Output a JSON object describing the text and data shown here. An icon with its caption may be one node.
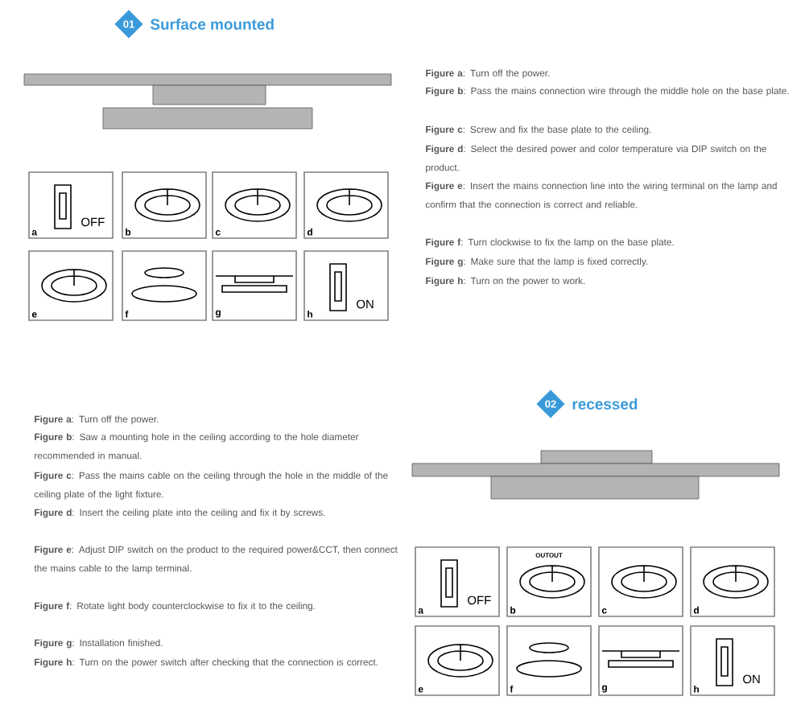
{
  "diagram": {
    "nodes": [
      {
        "text": [
          "01"
        ],
        "beside": [
          "Surface mounted"
        ]
      },
      {
        "text": [
          "a",
          "OFF"
        ]
      },
      {
        "text": [
          "b"
        ]
      },
      {
        "text": [
          "c"
        ]
      },
      {
        "text": [
          "d"
        ]
      },
      {
        "text": [
          "e"
        ]
      },
      {
        "text": [
          "f"
        ]
      },
      {
        "text": [
          "g"
        ]
      },
      {
        "text": [
          "h",
          "ON"
        ]
      },
      {
        "text": [
          "02"
        ],
        "beside": [
          "recessed"
        ]
      },
      {
        "text": [
          "a",
          "OFF"
        ]
      },
      {
        "text": [
          "b",
          "OUTOUT"
        ]
      },
      {
        "text": [
          "c"
        ]
      },
      {
        "text": [
          "d"
        ]
      },
      {
        "text": [
          "e"
        ]
      },
      {
        "text": [
          "f"
        ]
      },
      {
        "text": [
          "g"
        ]
      },
      {
        "text": [
          "h",
          "ON"
        ]
      }
    ],
    "labels": [
      "**Figure a**: Turn off the power.",
      "**Figure b**: Pass the mains connection wire through the middle hole on the base plate.",
      "**Figure c**: Screw and fix the base plate to the ceiling.",
      "**Figure d**: Select the desired power and color temperature via DIP switch on the product.",
      "**Figure e**: Insert the mains connection line into the wiring terminal on the lamp and confirm that the connection is correct and reliable.",
      "**Figure f**: Turn clockwise to fix the lamp on the base plate.",
      "**Figure g**: Make sure that the lamp is fixed correctly.",
      "**Figure h**: Turn on the power to work.",
      "**Figure a**: Turn off the power.",
      "**Figure b**: Saw a mounting hole in the ceiling according to the hole diameter recommended in manual.",
      "**Figure c**: Pass the mains cable on the ceiling through the hole in the middle of the ceiling plate of the light fixture.",
      "**Figure d**: Insert the ceiling plate into the ceiling and fix it by screws.",
      "**Figure e**: Adjust DIP switch on the product to the required power&CCT, then connect the mains cable to the lamp terminal.",
      "**Figure f**: Rotate light body counterclockwise to fix it to the ceiling.",
      "**Figure g**: Installation finished.",
      "**Figure h**: Turn on the power switch after checking that the connection is correct."
    ]
  }
}
